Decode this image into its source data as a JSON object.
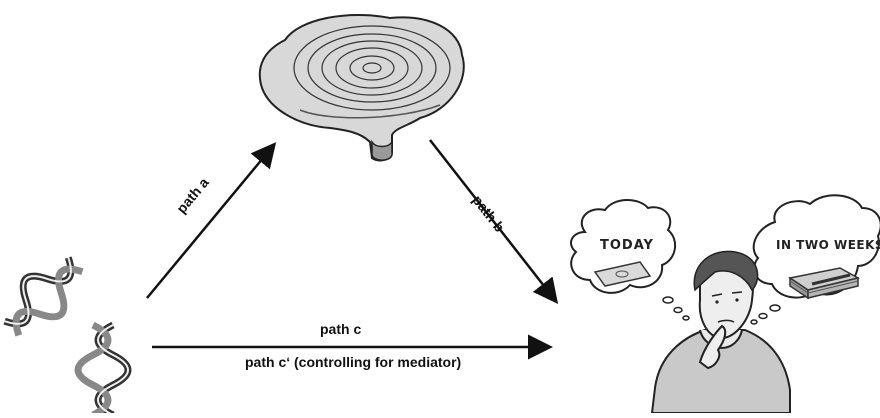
{
  "diagram": {
    "paths": {
      "a": "path a",
      "b": "path b",
      "c": "path c",
      "c_prime": "path c‘ (controlling for mediator)"
    },
    "thought_bubbles": {
      "left": "TODAY",
      "right": "IN TWO WEEKS"
    },
    "icons": {
      "mediator": "brain-icon",
      "cause": "dna-icon",
      "outcome": "thinking-person-icon",
      "small_reward": "single-banknote-icon",
      "large_reward": "banknote-stack-icon"
    }
  }
}
